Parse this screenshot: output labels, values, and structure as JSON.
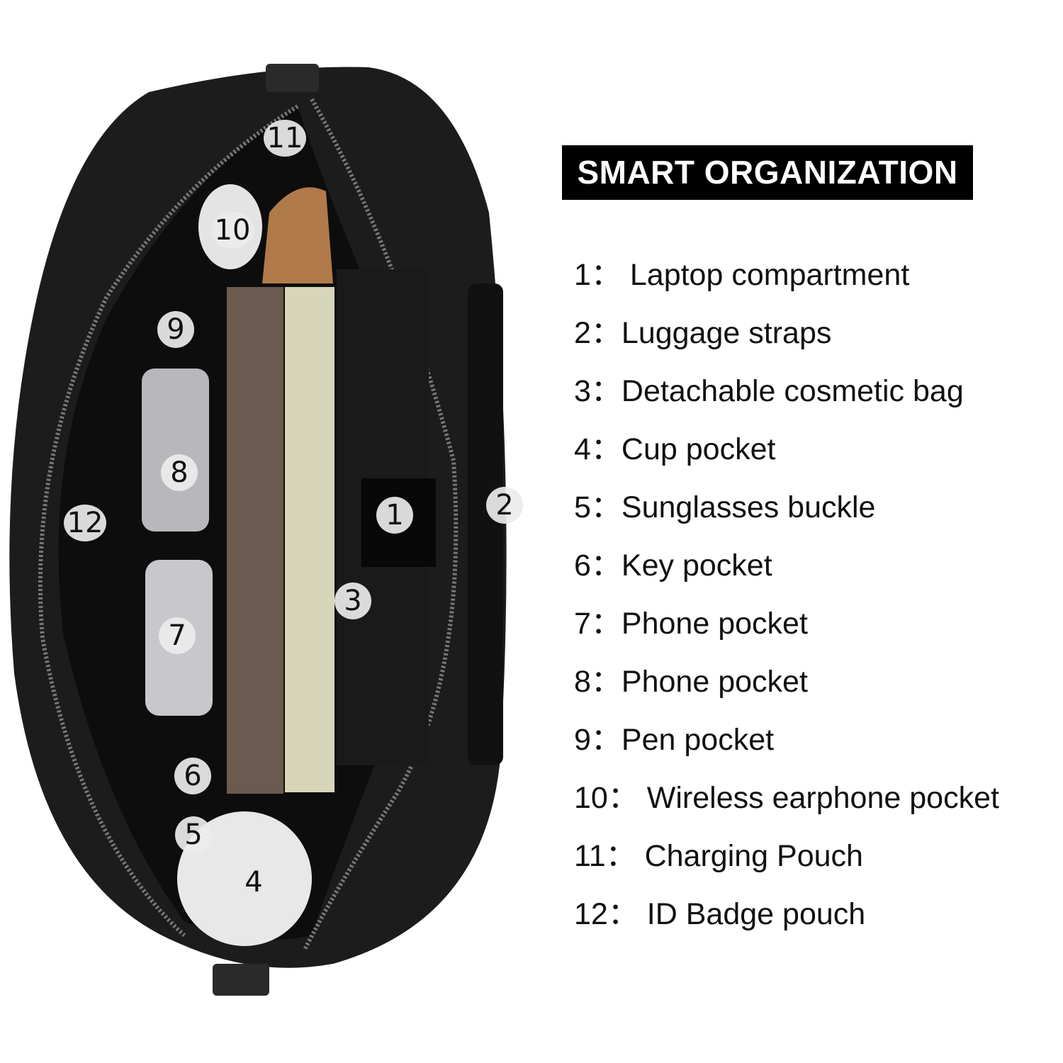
{
  "title": "SMART ORGANIZATION",
  "items": [
    {
      "num": "1：",
      "label": " Laptop compartment"
    },
    {
      "num": "2：",
      "label": "Luggage straps"
    },
    {
      "num": "3：",
      "label": "Detachable cosmetic bag"
    },
    {
      "num": "4：",
      "label": "Cup pocket"
    },
    {
      "num": "5：",
      "label": "Sunglasses buckle"
    },
    {
      "num": "6：",
      "label": "Key pocket"
    },
    {
      "num": "7：",
      "label": "Phone pocket"
    },
    {
      "num": "8：",
      "label": "Phone pocket"
    },
    {
      "num": "9：",
      "label": "Pen pocket"
    },
    {
      "num": "10：",
      "label": " Wireless earphone pocket"
    },
    {
      "num": "11：",
      "label": " Charging Pouch"
    },
    {
      "num": "12：",
      "label": " ID Badge pouch"
    }
  ],
  "markers": [
    "1",
    "2",
    "3",
    "4",
    "5",
    "6",
    "7",
    "8",
    "9",
    "10",
    "11",
    "12"
  ],
  "colors": {
    "bag": "#1a1a1a",
    "title_bg": "#000000",
    "title_text": "#ffffff"
  }
}
